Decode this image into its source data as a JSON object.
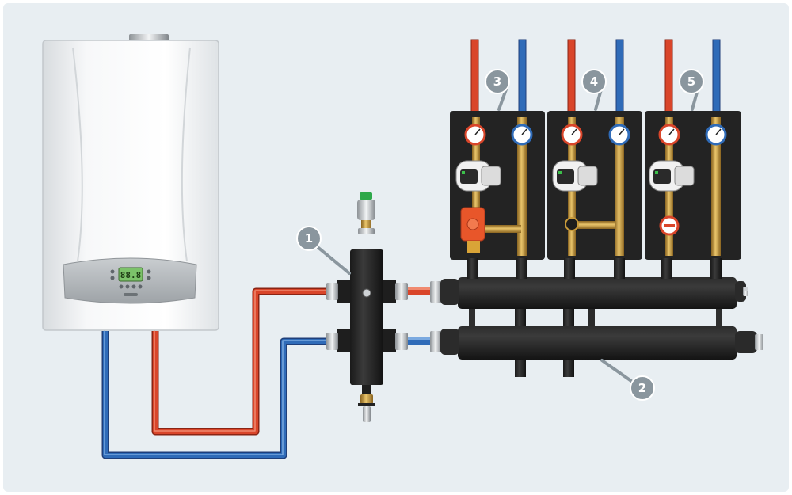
{
  "diagram": {
    "callouts": [
      {
        "id": "hydraulic-separator",
        "label": "1"
      },
      {
        "id": "distribution-manifold",
        "label": "2"
      },
      {
        "id": "pump-group-mixing-servo",
        "label": "3"
      },
      {
        "id": "pump-group-mixing-manual",
        "label": "4"
      },
      {
        "id": "pump-group-direct",
        "label": "5"
      }
    ],
    "boiler": {
      "display_text": "88.8"
    },
    "colors": {
      "background": "#e8eef2",
      "supply_pipe": "#d9452a",
      "return_pipe": "#2f6bb8",
      "insulation": "#1e1e1e",
      "brass": "#c89a3a",
      "callout": "#8a969e",
      "servo": "#e8562a"
    }
  }
}
